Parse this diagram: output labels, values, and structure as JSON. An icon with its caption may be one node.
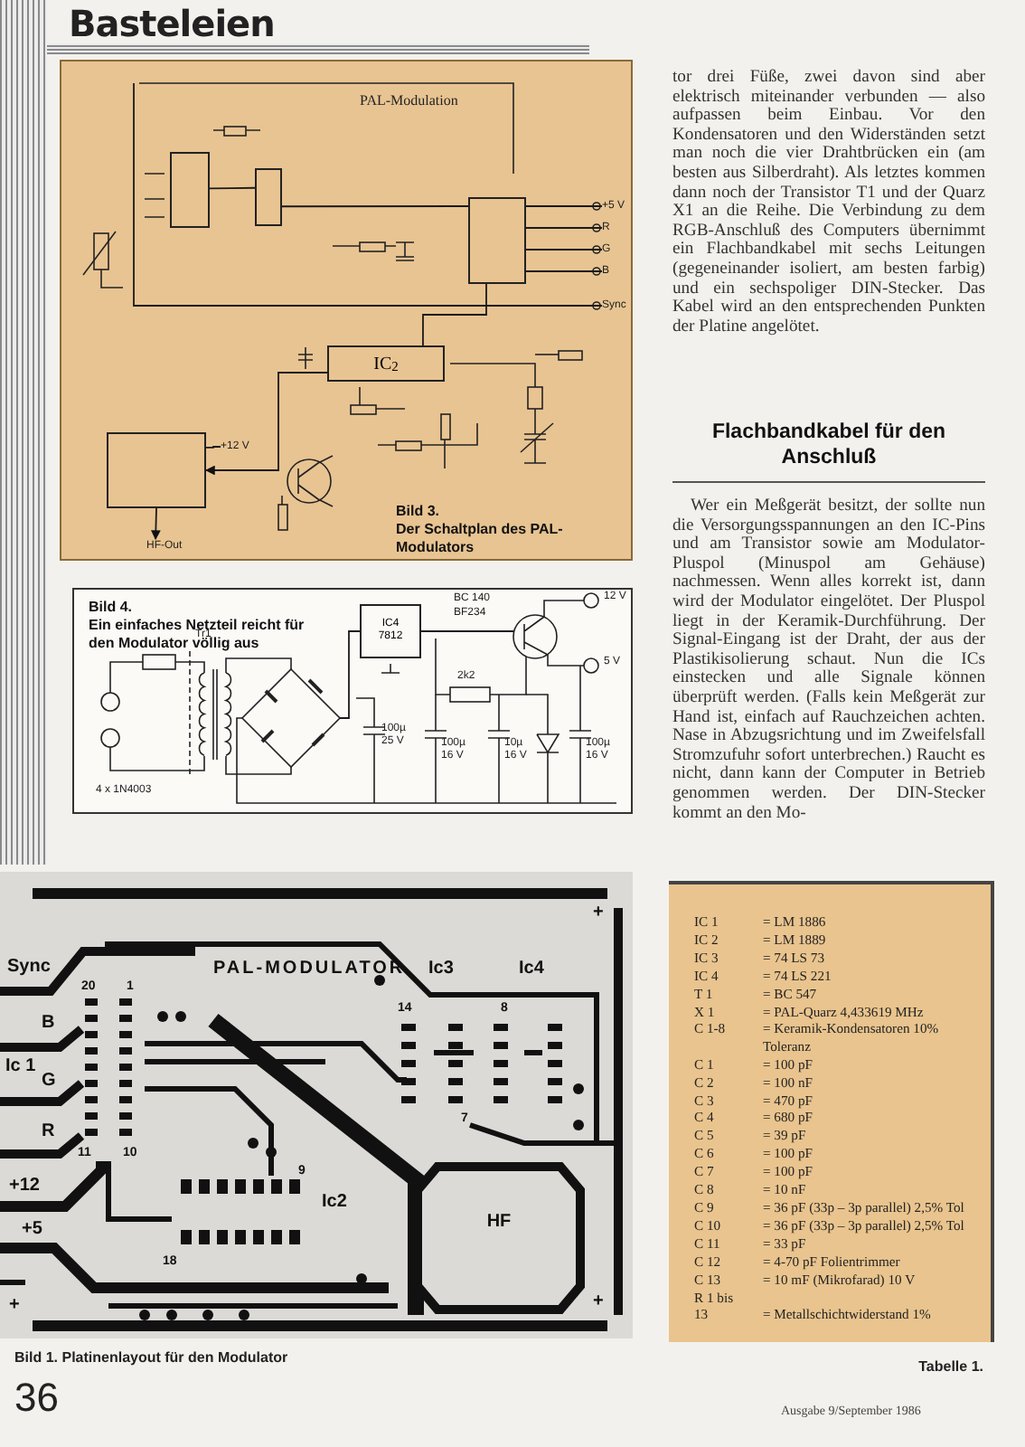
{
  "diagram": {
    "nodes": [
      {
        "text": [
          "Bild 3.",
          "Der Schaltplan des PAL-Modulators"
        ]
      },
      {
        "text": [],
        "shape": "box",
        "in": 0
      },
      {
        "text": [],
        "shape": "box",
        "in": 0
      },
      {
        "text": [],
        "shape": "box",
        "in": 0
      },
      {
        "text": [
          "IC$_{2}$"
        ],
        "in": 0
      },
      {
        "text": [],
        "shape": "box",
        "in": 0
      },
      {
        "text": [
          "Bild 4.",
          "Ein einfaches Netzteil reicht für den Modulator völlig aus"
        ]
      },
      {
        "text": [
          "IC4 7812"
        ],
        "in": 6
      },
      {
        "text": [
          "Bild 1. Platinenlayout für den Modulator"
        ]
      },
      {
        "text": [
          "HF"
        ],
        "in": 8
      },
      {
        "text": [
          "Tabelle 1."
        ]
      },
      {
        "text": [
          "+5 V"
        ],
        "in": 0
      },
      {
        "text": [
          "R"
        ],
        "in": 0
      },
      {
        "text": [
          "G"
        ],
        "in": 0
      },
      {
        "text": [
          "B"
        ],
        "in": 0
      },
      {
        "text": [
          "HF-Out"
        ],
        "in": 0
      },
      {
        "text": [
          "+12 V"
        ],
        "in": 0
      },
      {
        "text": [
          "Sync"
        ],
        "in": 0
      }
    ],
    "edges": [
      {
        "from": 1,
        "to": 2,
        "arrow": "none"
      },
      {
        "from": 2,
        "to": 3,
        "arrow": "none"
      },
      {
        "from": 3,
        "to": 4,
        "arrow": "none"
      },
      {
        "from": 4,
        "to": 5,
        "arrow": "to"
      },
      {
        "from": 3,
        "to": 11,
        "arrow": "none"
      },
      {
        "from": 3,
        "to": 12,
        "arrow": "none"
      },
      {
        "from": 3,
        "to": 13,
        "arrow": "none"
      },
      {
        "from": 3,
        "to": 14,
        "arrow": "none"
      },
      {
        "from": null,
        "to": 7,
        "arrow": "none"
      },
      {
        "from": 7,
        "to": null,
        "arrow": "none"
      },
      {
        "from": 5,
        "to": 15,
        "arrow": "to"
      },
      {
        "from": 5,
        "to": 16,
        "arrow": "none"
      },
      {
        "from": null,
        "to": 17,
        "arrow": "none"
      }
    ],
    "labels": [
      "Basteleien",
      "tor drei Füße, zwei davon sind aber elektrisch miteinander verbunden — also aufpassen beim Einbau. Vor den Kondensatoren und den Widerständen setzt man noch die vier Drahtbrücken ein (am besten aus Silberdraht). Als letztes kommen dann noch der Transistor T1 und der Quarz X1 an die Reihe. Die Verbindung zu dem RGB-Anschluß des Computers übernimmt ein Flachbandkabel mit sechs Leitungen (gegeneinander isoliert, am besten farbig) und ein sechspoliger DIN-Stecker. Das Kabel wird an den entsprechenden Punkten der Platine angelötet.",
      "Flachbandkabel für den Anschluß",
      "Wer ein Meßgerät besitzt, der sollte nun die Versorgungsspannungen an den IC-Pins und am Transistor sowie am Modulator-Pluspol (Minuspol am Gehäuse) nachmessen. Wenn alles korrekt ist, dann wird der Modulator eingelötet. Der Pluspol liegt in der Keramik-Durchführung. Der Signal-Eingang ist der Draht, der aus der Plastikisolierung schaut. Nun die ICs einstecken und alle Signale können überprüft werden. (Falls kein Meßgerät zur Hand ist, einfach auf Rauchzeichen achten. Nase in Abzugsrichtung und im Zweifelsfall Stromzufuhr sofort unterbrechen.) Raucht es nicht, dann kann der Computer in Betrieb genommen werden. Der DIN-Stecker kommt an den Mo-",
      "PAL-Modulation",
      "12 V",
      "5 V",
      "BC 140",
      "BF234",
      "Tr1",
      "2k2",
      "100µ 25 V",
      "100µ 16 V",
      "10µ 16 V",
      "100µ 16 V",
      "4 x 1N4003",
      "+",
      "Sync",
      "PAL-MODULATOR",
      "Ic3",
      "Ic4",
      "20",
      "1",
      "14",
      "8",
      "B",
      "Ic 1",
      "G",
      "7",
      "R",
      "11",
      "10",
      "9",
      "+12",
      "Ic2",
      "+5",
      "18",
      "+",
      "+",
      "IC 1",
      "= LM 1886",
      "IC 2",
      "= LM 1889",
      "IC 3",
      "= 74 LS 73",
      "IC 4",
      "= 74 LS 221",
      "T 1",
      "= BC 547",
      "X 1",
      "= PAL-Quarz 4,433619 MHz",
      "C 1-8",
      "= Keramik-Kondensatoren 10% Toleranz",
      "C 1",
      "= 100 pF",
      "C 2",
      "= 100 nF",
      "C 3",
      "= 470 pF",
      "C 4",
      "= 680 pF",
      "C 5",
      "= 39 pF",
      "C 6",
      "= 100 pF",
      "C 7",
      "= 100 pF",
      "C 8",
      "= 10 nF",
      "C 9",
      "= 36 pF (33p – 3p parallel) 2,5% Tol",
      "C 10",
      "= 36 pF (33p – 3p parallel) 2,5% Tol",
      "C 11",
      "= 33 pF",
      "C 12",
      "= 4-70 pF Folientrimmer",
      "C 13",
      "= 10 mF (Mikrofarad) 10 V",
      "R 1 bis 13",
      "= Metallschichtwiderstand 1%",
      "36",
      "Ausgabe 9/September 1986"
    ]
  }
}
